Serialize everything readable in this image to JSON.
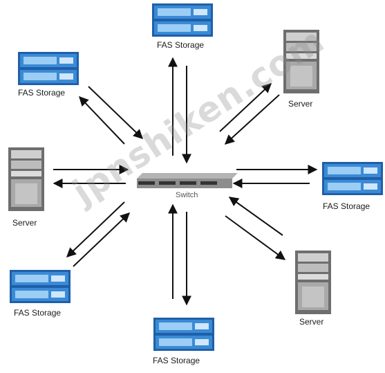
{
  "labels": {
    "storage": "FAS Storage",
    "server": "Server",
    "switch": "Switch"
  },
  "watermark": "jpnshiken.com",
  "colors": {
    "storage_blue": "#2f7fd0",
    "storage_light": "#8cc4f2",
    "server_gray": "#8a8a8a",
    "arrow": "#111111",
    "switch_body": "#8d8d8d"
  }
}
